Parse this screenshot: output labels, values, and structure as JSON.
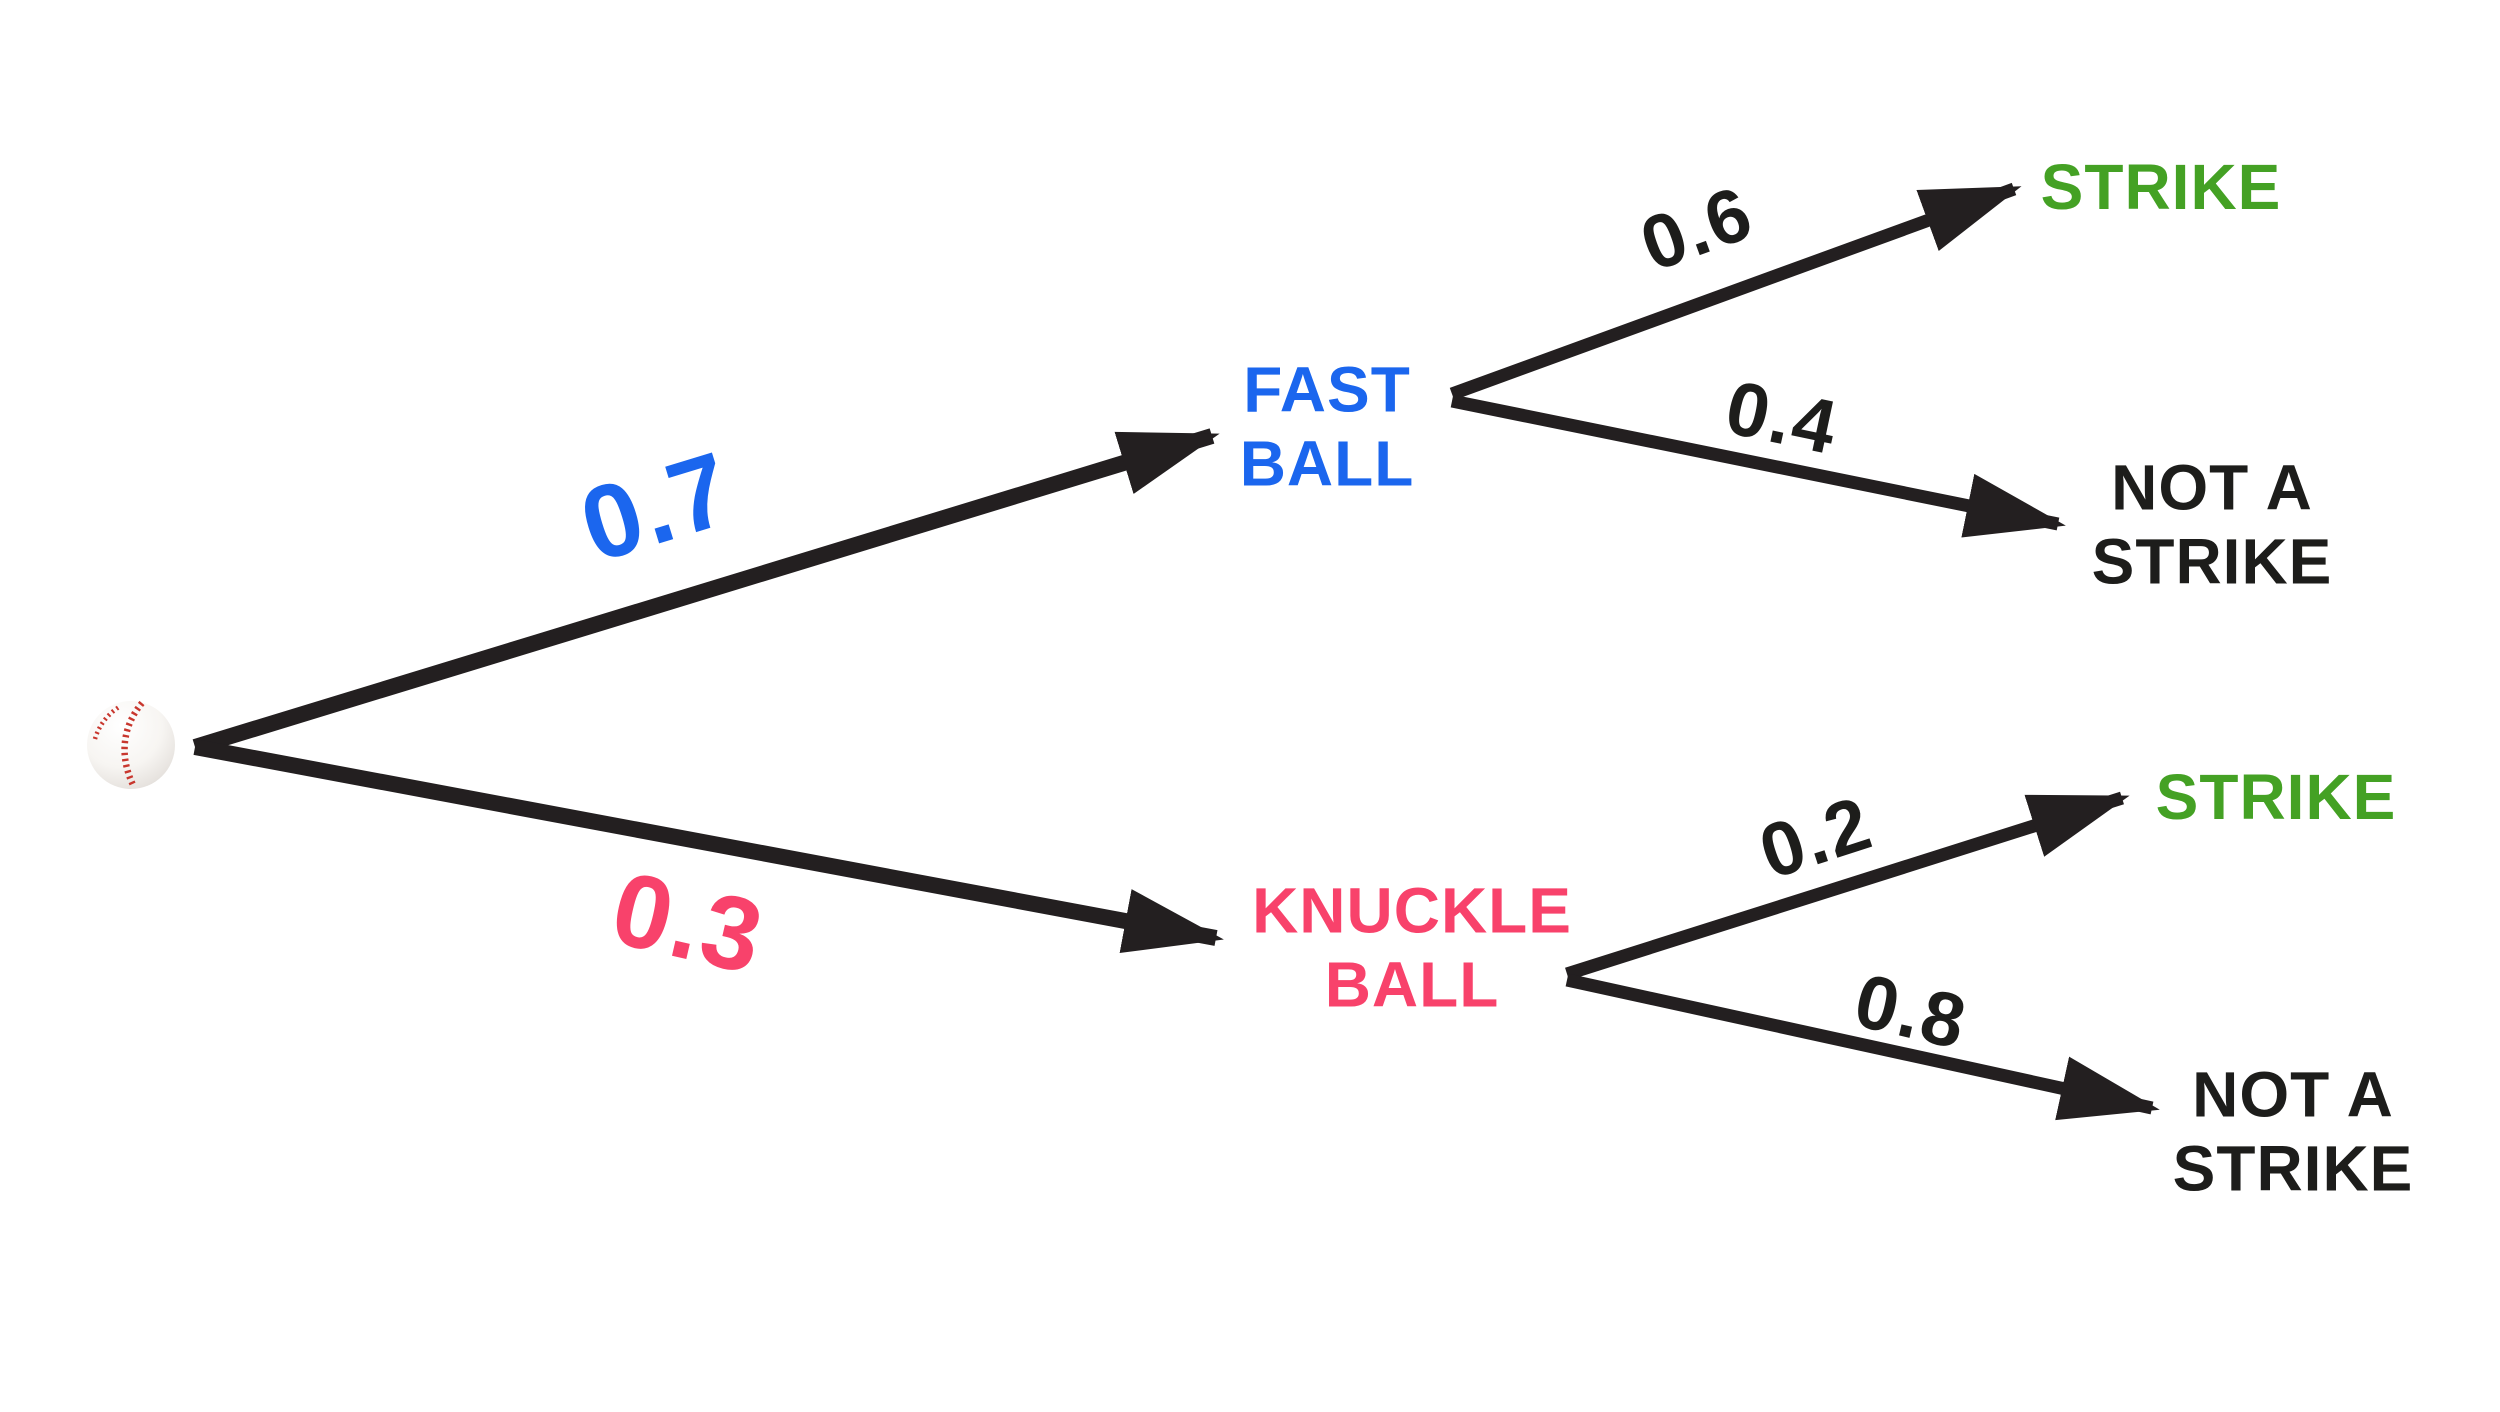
{
  "diagram_title": "probability-tree-baseball-pitches",
  "colors": {
    "fastball": "#1b66ee",
    "knuckleball": "#f8426b",
    "strike": "#44a124",
    "line": "#231f20",
    "text": "#1d1d1b",
    "bg": "#ffffff"
  },
  "tree": {
    "root_icon": "baseball",
    "branches": [
      {
        "id": "fastball",
        "probability": "0.7",
        "label_line1": "FAST",
        "label_line2": "BALL",
        "outcomes": [
          {
            "id": "fastball-strike",
            "probability": "0.6",
            "label": "STRIKE"
          },
          {
            "id": "fastball-not-a-strike",
            "probability": "0.4",
            "label_line1": "NOT A",
            "label_line2": "STRIKE"
          }
        ]
      },
      {
        "id": "knuckleball",
        "probability": "0.3",
        "label_line1": "KNUCKLE",
        "label_line2": "BALL",
        "outcomes": [
          {
            "id": "knuckleball-strike",
            "probability": "0.2",
            "label": "STRIKE"
          },
          {
            "id": "knuckleball-not-a-strike",
            "probability": "0.8",
            "label_line1": "NOT A",
            "label_line2": "STRIKE"
          }
        ]
      }
    ]
  }
}
